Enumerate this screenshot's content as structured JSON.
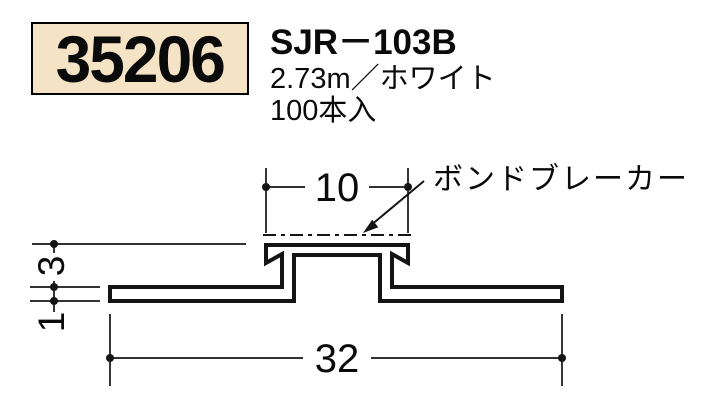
{
  "product": {
    "code": "35206",
    "name": "SJR－103B",
    "spec": "2.73m／ホワイト",
    "quantity": "100本入"
  },
  "drawing": {
    "annotation": "ボンドブレーカー",
    "dim_cap_width": "10",
    "dim_cap_height": "3",
    "dim_base_thickness": "1",
    "dim_total_width": "32"
  },
  "colors": {
    "code_box_bg": "#f5e3c5",
    "code_box_border": "#000000",
    "line": "#141414"
  }
}
